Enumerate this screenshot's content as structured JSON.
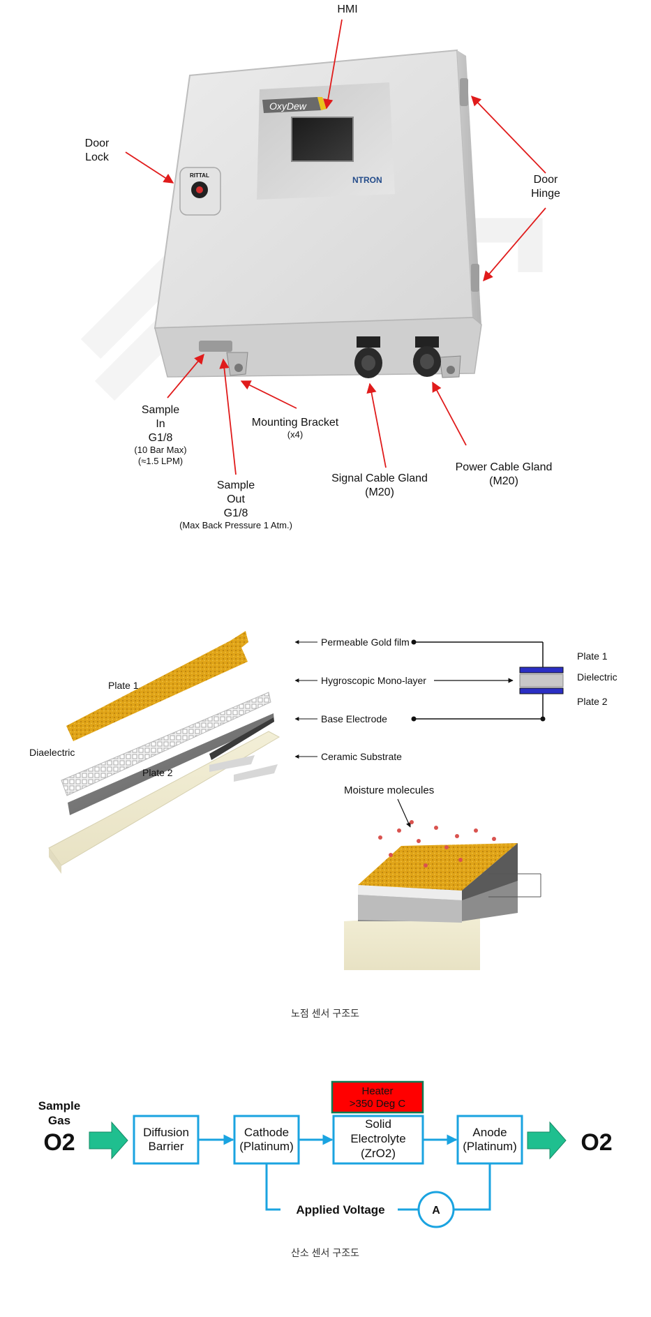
{
  "section1": {
    "hmi_label": "HMI",
    "door_lock": [
      "Door",
      "Lock"
    ],
    "door_hinge": [
      "Door",
      "Hinge"
    ],
    "brand_display": "OxyDew",
    "brand_vendor": "NTRON",
    "brand_lock": "RITTAL",
    "sample_in": [
      "Sample",
      "In",
      "G1/8",
      "(10 Bar Max)",
      "(≈1.5 LPM)"
    ],
    "sample_out": [
      "Sample",
      "Out",
      "G1/8",
      "(Max Back Pressure 1 Atm.)"
    ],
    "mounting_bracket": [
      "Mounting Bracket",
      "(x4)"
    ],
    "signal_gland": [
      "Signal Cable Gland",
      "(M20)"
    ],
    "power_gland": [
      "Power Cable Gland",
      "(M20)"
    ]
  },
  "section2": {
    "plate1": "Plate 1",
    "plate2": "Plate 2",
    "diaelectric": "Diaelectric",
    "permeable_gold": "Permeable Gold film",
    "hygroscopic": "Hygroscopic Mono-layer",
    "base_electrode": "Base Electrode",
    "ceramic": "Ceramic Substrate",
    "cap_plate1": "Plate 1",
    "cap_dielectric": "Dielectric",
    "cap_plate2": "Plate 2",
    "moisture": "Moisture molecules",
    "caption": "노점 센서 구조도"
  },
  "section3": {
    "sample_gas": [
      "Sample",
      "Gas"
    ],
    "o2_in": "O2",
    "o2_out": "O2",
    "diffusion": [
      "Diffusion",
      "Barrier"
    ],
    "cathode": [
      "Cathode",
      "(Platinum)"
    ],
    "heater": [
      "Heater",
      ">350 Deg C"
    ],
    "electrolyte": [
      "Solid",
      "Electrolyte",
      "(ZrO2)"
    ],
    "anode": [
      "Anode",
      "(Platinum)"
    ],
    "applied_voltage": "Applied Voltage",
    "ammeter": "A",
    "caption": "산소 센서 구조도"
  },
  "colors": {
    "arrow_red": "#e01b1b",
    "box_blue": "#1aa3e0",
    "flow_green": "#1fbf8f",
    "heater_red": "#ff0000",
    "gold": "#e0a418"
  }
}
